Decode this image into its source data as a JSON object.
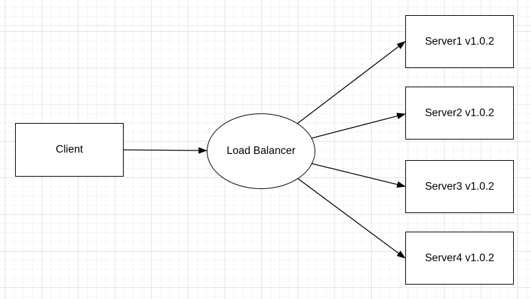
{
  "canvas": {
    "background_color": "#ffffff",
    "grid_minor_color": "#f4f4f4",
    "grid_major_color": "#e4e4e4"
  },
  "diagram": {
    "shape_fill": "#ffffff",
    "shape_stroke": "#000000",
    "nodes": [
      {
        "id": "client",
        "label": "Client",
        "shape": "rectangle"
      },
      {
        "id": "load-balancer",
        "label": "Load Balancer",
        "shape": "ellipse"
      },
      {
        "id": "server1",
        "label": "Server1 v1.0.2",
        "shape": "rectangle"
      },
      {
        "id": "server2",
        "label": "Server2 v1.0.2",
        "shape": "rectangle"
      },
      {
        "id": "server3",
        "label": "Server3 v1.0.2",
        "shape": "rectangle"
      },
      {
        "id": "server4",
        "label": "Server4 v1.0.2",
        "shape": "rectangle"
      }
    ],
    "edges": [
      {
        "from": "client",
        "to": "load-balancer",
        "arrow": "filled-triangle"
      },
      {
        "from": "load-balancer",
        "to": "server1",
        "arrow": "filled-triangle"
      },
      {
        "from": "load-balancer",
        "to": "server2",
        "arrow": "filled-triangle"
      },
      {
        "from": "load-balancer",
        "to": "server3",
        "arrow": "filled-triangle"
      },
      {
        "from": "load-balancer",
        "to": "server4",
        "arrow": "filled-triangle"
      }
    ]
  }
}
